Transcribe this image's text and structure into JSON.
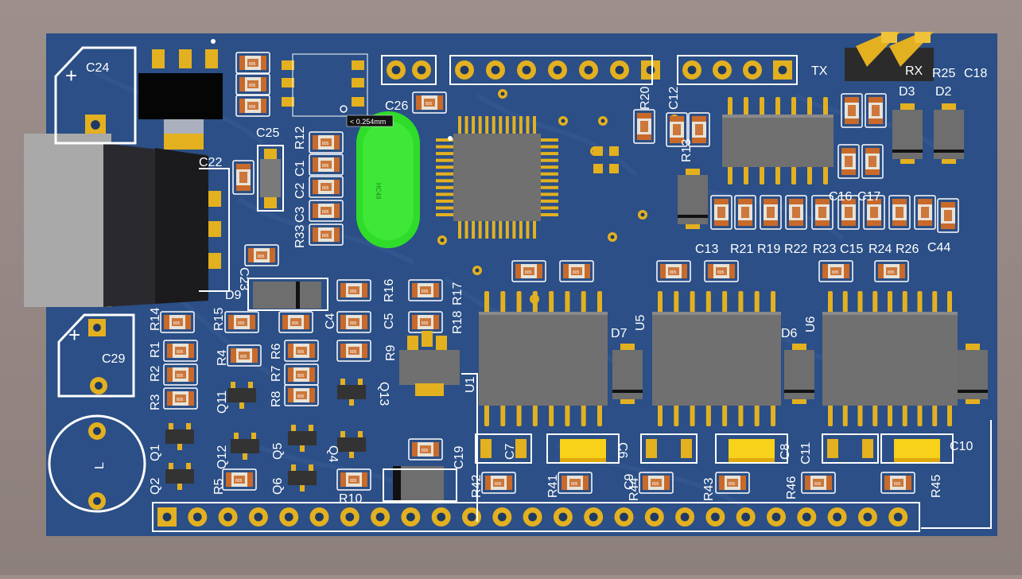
{
  "colors": {
    "background": "#958885",
    "board": "#2b4f86",
    "silkscreen": "#ffffff",
    "gold": "#e3b020",
    "smd_body": "#e8e3d8",
    "smd_end": "#c96a2a",
    "ic_body": "#707070",
    "crystal": "#2fdc2a",
    "led": "#f7d11a",
    "tooltip_bg": "#111111"
  },
  "measurement": {
    "tooltip": "< 0.254mm"
  },
  "header_labels": {
    "tx": "TX",
    "rx": "RX"
  },
  "crystal": {
    "marking": "HC49"
  },
  "designators": [
    "C24",
    "C25",
    "C22",
    "C23",
    "C29",
    "D9",
    "R14",
    "R15",
    "R1",
    "R2",
    "R3",
    "R4",
    "R6",
    "R7",
    "R8",
    "R9",
    "Q11",
    "Q13",
    "Q1",
    "Q2",
    "Q12",
    "Q5",
    "Q6",
    "Q4",
    "R5",
    "R10",
    "R12",
    "C1",
    "C2",
    "C3",
    "R33",
    "C26",
    "R16",
    "R17",
    "R18",
    "C4",
    "C5",
    "U1",
    "C19",
    "R42",
    "R41",
    "C6",
    "C7",
    "D7",
    "U5",
    "C9",
    "R44",
    "R43",
    "D6",
    "U6",
    "C8",
    "C11",
    "R46",
    "R45",
    "C10",
    "R20",
    "C12",
    "C13",
    "R21",
    "R19",
    "R22",
    "R23",
    "C15",
    "R24",
    "R26",
    "C44",
    "C16",
    "C17",
    "D3",
    "D2",
    "R25",
    "C18",
    "R13",
    "L"
  ],
  "component_markings": {
    "resistor_code": "805"
  }
}
